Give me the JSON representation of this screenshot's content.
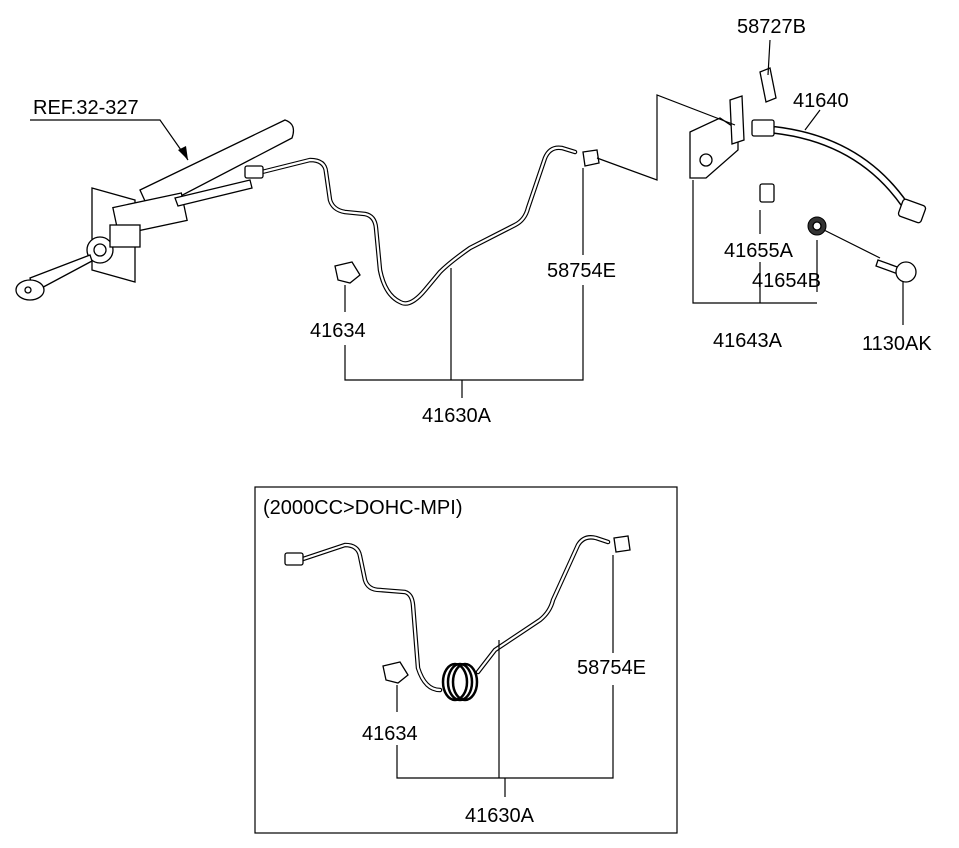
{
  "main_diagram": {
    "labels": {
      "ref": "REF.32-327",
      "p58727B": "58727B",
      "p41640": "41640",
      "p58754E": "58754E",
      "p41655A": "41655A",
      "p41654B": "41654B",
      "p41634": "41634",
      "p41643A": "41643A",
      "p1130AK": "1130AK",
      "p41630A": "41630A"
    }
  },
  "inset": {
    "title": "(2000CC>DOHC-MPI)",
    "labels": {
      "p58754E": "58754E",
      "p41634": "41634",
      "p41630A": "41630A"
    }
  }
}
